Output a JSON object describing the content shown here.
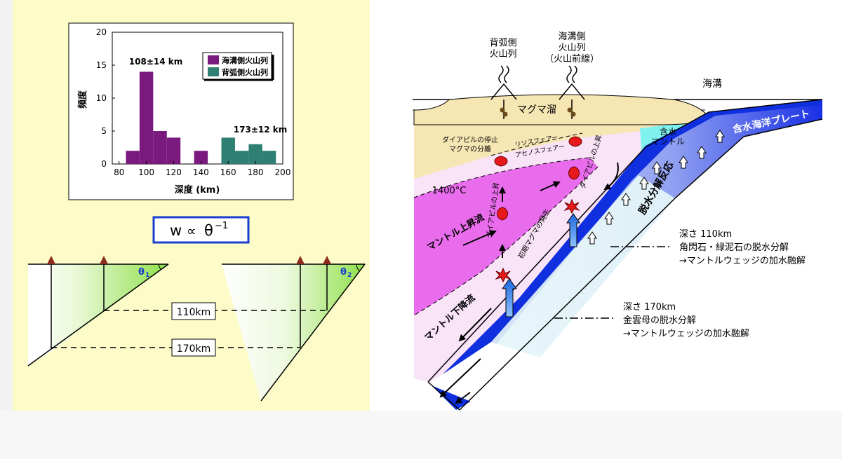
{
  "histogram": {
    "title": "",
    "xlabel": "深度 (km)",
    "ylabel": "頻度",
    "x_ticks": [
      "80",
      "100",
      "120",
      "140",
      "160",
      "180",
      "200"
    ],
    "y_ticks": [
      "0",
      "5",
      "10",
      "15",
      "20"
    ],
    "annotation_left": "108±14 km",
    "annotation_right": "173±12 km",
    "legend": [
      {
        "label": "海溝側火山列",
        "color": "#7a1a7e"
      },
      {
        "label": "背弧側火山列",
        "color": "#2f7f73"
      }
    ]
  },
  "chart_data": {
    "type": "bar",
    "xlabel": "深度 (km)",
    "ylabel": "頻度",
    "xlim": [
      75,
      200
    ],
    "ylim": [
      0,
      20
    ],
    "bin_width": 10,
    "series": [
      {
        "name": "海溝側火山列",
        "color": "#7a1a7e",
        "bins": [
          {
            "x0": 85,
            "value": 2
          },
          {
            "x0": 95,
            "value": 14
          },
          {
            "x0": 105,
            "value": 5
          },
          {
            "x0": 115,
            "value": 4
          },
          {
            "x0": 135,
            "value": 2
          }
        ]
      },
      {
        "name": "背弧側火山列",
        "color": "#2f7f73",
        "bins": [
          {
            "x0": 155,
            "value": 4
          },
          {
            "x0": 165,
            "value": 2
          },
          {
            "x0": 175,
            "value": 3
          },
          {
            "x0": 185,
            "value": 2
          }
        ]
      }
    ]
  },
  "formula": {
    "w": "w",
    "propto": "∝",
    "theta": "θ",
    "exp": "−1"
  },
  "left_diagram": {
    "theta1": "θ",
    "theta1_sub": "1",
    "theta2": "θ",
    "theta2_sub": "2",
    "depth_110": "110km",
    "depth_170": "170km"
  },
  "cross_section": {
    "label_backarc": [
      "背弧側",
      "火山列"
    ],
    "label_trench_volcano": [
      "海溝側",
      "火山列",
      "（火山前線）"
    ],
    "label_trench": "海溝",
    "label_magma_chamber": "マグマ溜",
    "label_hydrous_plate": "含水海洋プレート",
    "label_hydrous_mantle": [
      "含水",
      "マントル"
    ],
    "label_diapir_stop": [
      "ダイアピルの停止",
      "マグマの分離"
    ],
    "label_litho": [
      "リソスフェアー",
      "アセノスフェアー"
    ],
    "label_1400": "1400°C",
    "label_upwelling": "マントル上昇流",
    "label_downwelling": "マントル下降流",
    "label_diapir_rise_1": "ダイアピルの上昇",
    "label_diapir_rise_2": "ダイアピルの上昇",
    "label_initial_magma": "初期マグマの発生",
    "label_dehydration": "脱水分解反応",
    "note_110": [
      "深さ 110km",
      "角閃石・緑泥石の脱水分解",
      "→マントルウェッジの加水融解"
    ],
    "note_170": [
      "深さ 170km",
      "金雲母の脱水分解",
      "→マントルウェッジの加水融解"
    ]
  },
  "colors": {
    "panel_bg": "#fdfbc8",
    "magma_chamber": "#f6e6b3",
    "hot_mantle": "#e86cec",
    "pale_mantle": "#f9e3f7",
    "hydrous_mantle": "#7ff2ee",
    "plate": "#1030e0",
    "melt": "#e8191a",
    "formula_border": "#1a3fd0"
  }
}
